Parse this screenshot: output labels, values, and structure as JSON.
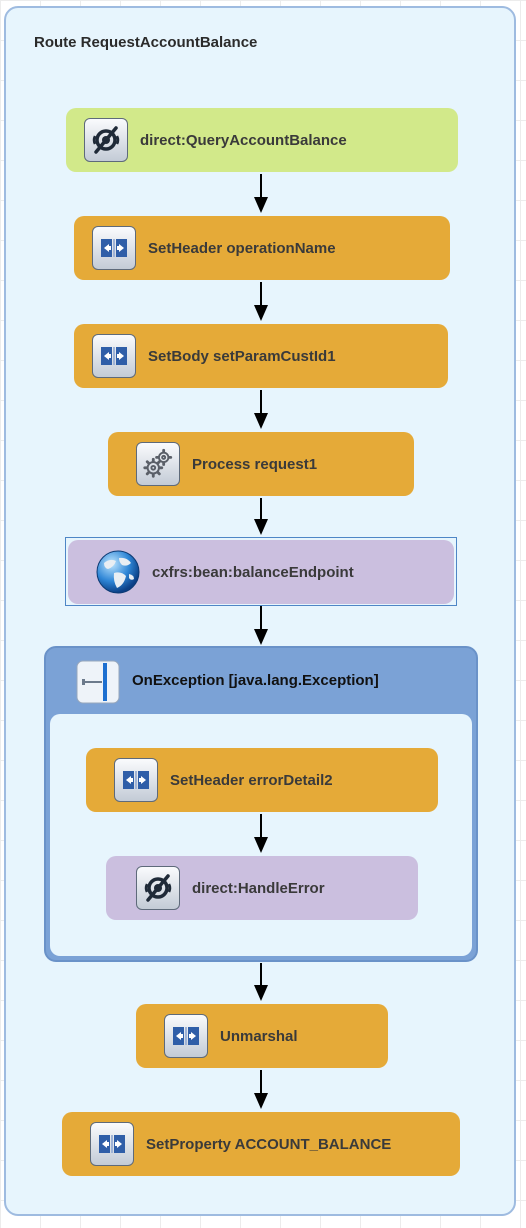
{
  "route": {
    "title": "Route RequestAccountBalance"
  },
  "nodes": {
    "from": {
      "label": "direct:QueryAccountBalance",
      "icon": "endpoint-icon"
    },
    "set_header": {
      "label": "SetHeader operationName",
      "icon": "transform-icon"
    },
    "set_body": {
      "label": "SetBody setParamCustId1",
      "icon": "transform-icon"
    },
    "process": {
      "label": "Process request1",
      "icon": "gears-icon"
    },
    "cxfrs": {
      "label": "cxfrs:bean:balanceEndpoint",
      "icon": "globe-icon"
    },
    "on_exception": {
      "label": "OnException [java.lang.Exception]",
      "icon": "exception-icon",
      "children": {
        "set_header_error": {
          "label": "SetHeader errorDetail2",
          "icon": "transform-icon"
        },
        "handle_error": {
          "label": "direct:HandleError",
          "icon": "endpoint-icon"
        }
      }
    },
    "unmarshal": {
      "label": "Unmarshal",
      "icon": "transform-icon"
    },
    "set_property": {
      "label": "SetProperty ACCOUNT_BALANCE",
      "icon": "transform-icon"
    }
  },
  "colors": {
    "route_bg": "#e7f5fd",
    "route_border": "#9ebbe0",
    "processor": "#e5aa38",
    "from_endpoint": "#d2e98a",
    "endpoint": "#cbbfdf",
    "exception_container": "#7ba2d6",
    "selection": "#4e86c6"
  }
}
